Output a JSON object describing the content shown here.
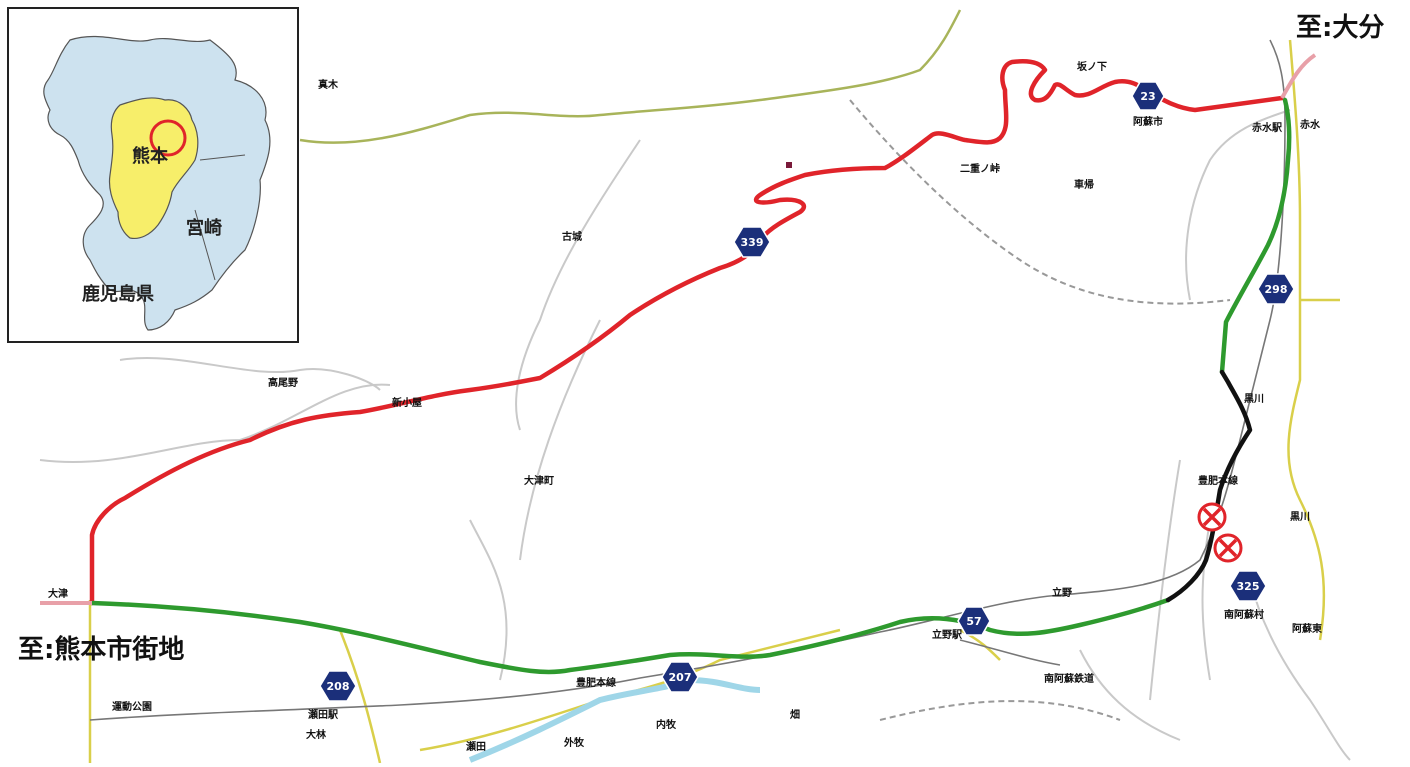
{
  "destinations": {
    "east": "至:大分",
    "west": "至:熊本市街地"
  },
  "inset": {
    "kumamoto": "熊本",
    "miyazaki": "宮崎",
    "kagoshima": "鹿児島県"
  },
  "places": {
    "maki": "真木",
    "sakanoshita": "坂ノ下",
    "aso_city": "阿蘇市",
    "akamizu_station": "赤水駅",
    "akamizu": "赤水",
    "futae_pass": "二重ノ峠",
    "kurumagaeri": "車帰",
    "furushiro": "古城",
    "takaono": "高尾野",
    "shinkoya": "新小屋",
    "ozu_town": "大津町",
    "ozu": "大津",
    "kurokawa1": "黒川",
    "kurokawa2": "黒川",
    "hohi_line1": "豊肥本線",
    "tateno": "立野",
    "tateno_station": "立野駅",
    "minamiaso_village": "南阿蘇村",
    "asohigashi": "阿蘇東",
    "minamiaso_railway": "南阿蘇鉄道",
    "hohi_line2": "豊肥本線",
    "undo_koen": "運動公園",
    "seta_station": "瀬田駅",
    "obayashi": "大林",
    "uchimaki": "内牧",
    "hata": "畑",
    "seta": "瀬田",
    "sotomaki": "外牧"
  },
  "routes": {
    "r23": "23",
    "r339": "339",
    "r298": "298",
    "r57": "57",
    "r325": "325",
    "r207": "207",
    "r208": "208"
  },
  "colors": {
    "closed_route": "#e0242a",
    "detour_route": "#2e9a2e",
    "damaged_section": "#111111",
    "route_shield": "#1b2f7a",
    "prefecture_fill": "#cde2ef",
    "kumamoto_fill": "#f7ee6a",
    "river": "#9fd6e8",
    "yellow_road": "#d9cf4a",
    "olive_road": "#a8b45a"
  },
  "icons": {
    "closure_marker": "closure-x-icon",
    "route_shield": "hexagon-shield-icon"
  }
}
